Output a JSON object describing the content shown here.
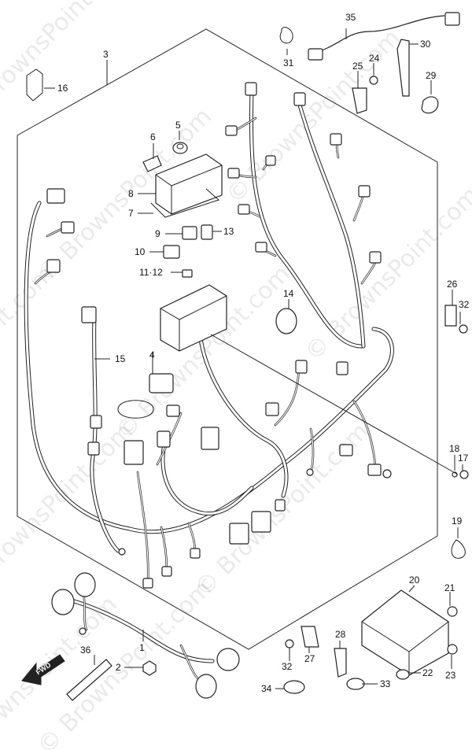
{
  "watermark": "© BrownsPoint.com",
  "direction_label": "FWD",
  "callouts": [
    {
      "id": "1",
      "label": "1"
    },
    {
      "id": "2",
      "label": "2"
    },
    {
      "id": "3",
      "label": "3"
    },
    {
      "id": "4",
      "label": "4"
    },
    {
      "id": "5",
      "label": "5"
    },
    {
      "id": "6",
      "label": "6"
    },
    {
      "id": "7",
      "label": "7"
    },
    {
      "id": "8",
      "label": "8"
    },
    {
      "id": "9",
      "label": "9"
    },
    {
      "id": "10",
      "label": "10"
    },
    {
      "id": "11-12",
      "label": "11·12"
    },
    {
      "id": "13",
      "label": "13"
    },
    {
      "id": "14",
      "label": "14"
    },
    {
      "id": "15",
      "label": "15"
    },
    {
      "id": "16",
      "label": "16"
    },
    {
      "id": "17",
      "label": "17"
    },
    {
      "id": "18",
      "label": "18"
    },
    {
      "id": "19",
      "label": "19"
    },
    {
      "id": "20",
      "label": "20"
    },
    {
      "id": "21",
      "label": "21"
    },
    {
      "id": "22",
      "label": "22"
    },
    {
      "id": "23",
      "label": "23"
    },
    {
      "id": "24",
      "label": "24"
    },
    {
      "id": "25",
      "label": "25"
    },
    {
      "id": "26",
      "label": "26"
    },
    {
      "id": "27",
      "label": "27"
    },
    {
      "id": "28",
      "label": "28"
    },
    {
      "id": "29",
      "label": "29"
    },
    {
      "id": "30",
      "label": "30"
    },
    {
      "id": "31",
      "label": "31"
    },
    {
      "id": "32a",
      "label": "32"
    },
    {
      "id": "32b",
      "label": "32"
    },
    {
      "id": "33",
      "label": "33"
    },
    {
      "id": "34",
      "label": "34"
    },
    {
      "id": "35",
      "label": "35"
    },
    {
      "id": "36",
      "label": "36"
    }
  ]
}
